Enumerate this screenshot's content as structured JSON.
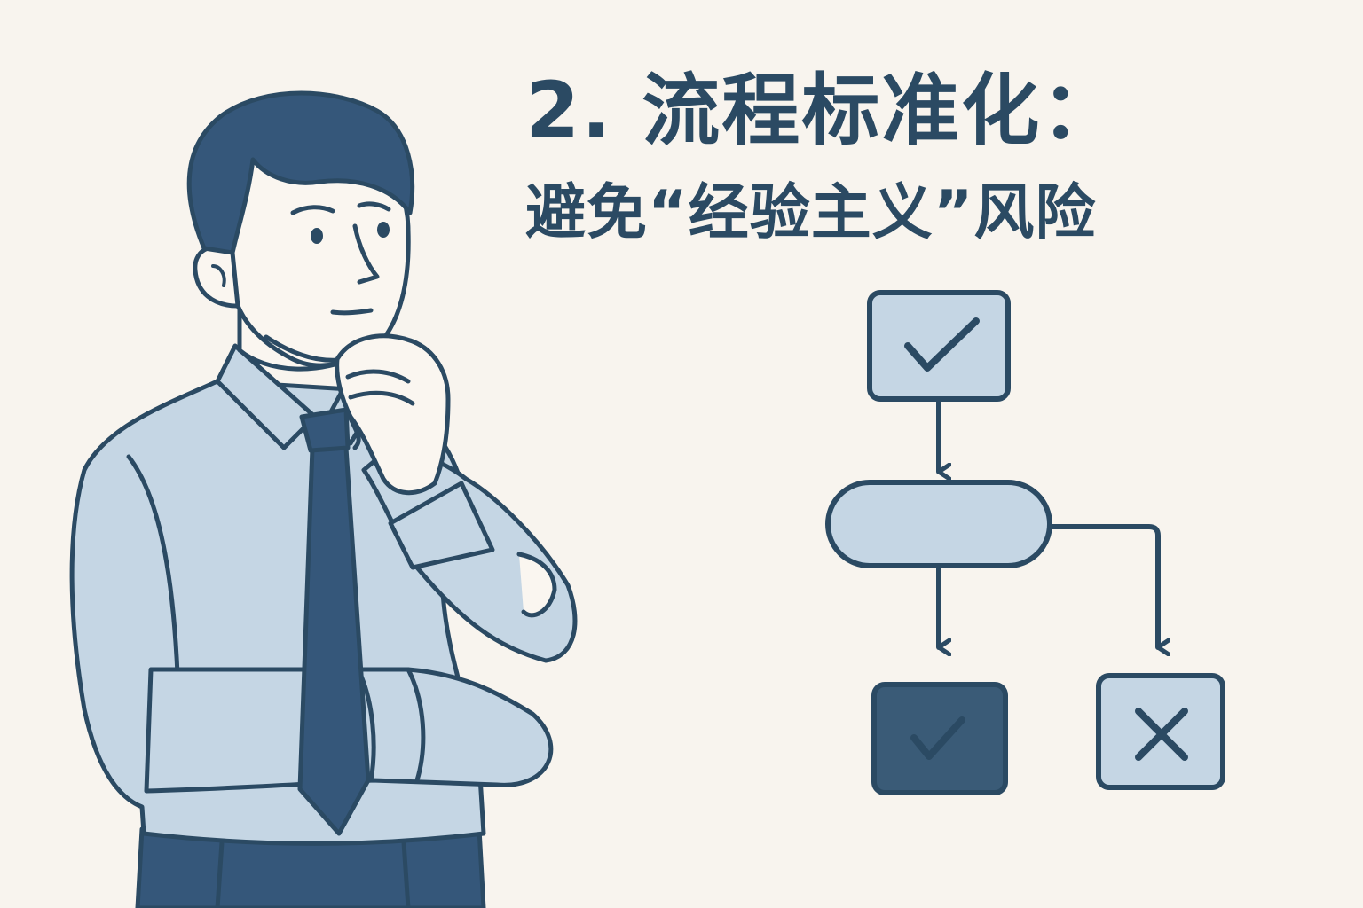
{
  "title": {
    "main": "2. 流程标准化：",
    "sub": "避免“经验主义”风险"
  },
  "colors": {
    "background": "#f8f4ee",
    "ink": "#2b4a63",
    "light_fill": "#c5d6e4",
    "dark_fill": "#3a5b77",
    "skin": "#faf6f0",
    "pants": "#35577a"
  },
  "flowchart": {
    "nodes": [
      {
        "id": "start",
        "shape": "square",
        "icon": "check-icon",
        "fill": "light"
      },
      {
        "id": "process",
        "shape": "rounded-pill",
        "icon": "none",
        "fill": "light"
      },
      {
        "id": "outcome-pass",
        "shape": "square",
        "icon": "check-icon",
        "fill": "dark"
      },
      {
        "id": "outcome-fail",
        "shape": "square",
        "icon": "cross-icon",
        "fill": "light"
      }
    ],
    "edges": [
      {
        "from": "start",
        "to": "process"
      },
      {
        "from": "process",
        "to": "outcome-pass"
      },
      {
        "from": "process",
        "to": "outcome-fail"
      }
    ]
  },
  "illustration": {
    "subject": "thinking-businessman",
    "pose": "hand-on-chin"
  }
}
